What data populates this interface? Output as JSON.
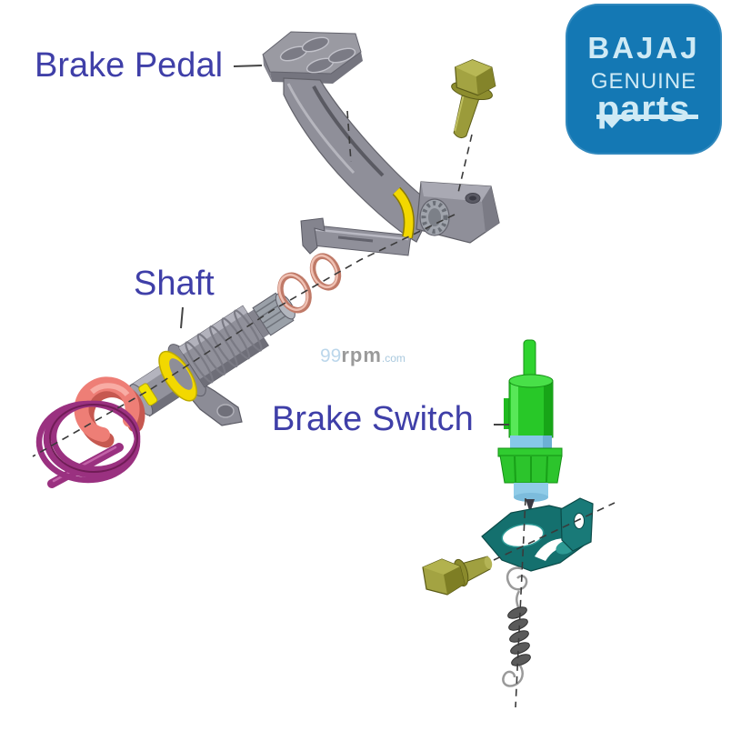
{
  "labels": {
    "brake_pedal": "Brake Pedal",
    "shaft": "Shaft",
    "brake_switch": "Brake Switch"
  },
  "logo": {
    "brand": "BAJAJ",
    "genuine": "GENUINE",
    "parts": "parts"
  },
  "watermark": {
    "num": "99",
    "rpm": "rpm",
    "dotcom": ".com"
  },
  "colors": {
    "label_text": "#3f3fa8",
    "logo_bg": "#1478b4",
    "logo_text": "#cfeaf5",
    "part_grey": "#8f8f99",
    "accent_yellow": "#f2d800",
    "bolt_olive": "#a3a342",
    "oring_copper": "#c07a68",
    "spring_magenta": "#9a3180",
    "bushing_salmon": "#ee7e76",
    "switch_green": "#28c828",
    "switch_blue": "#86c8e8",
    "bracket_teal": "#14706e"
  }
}
